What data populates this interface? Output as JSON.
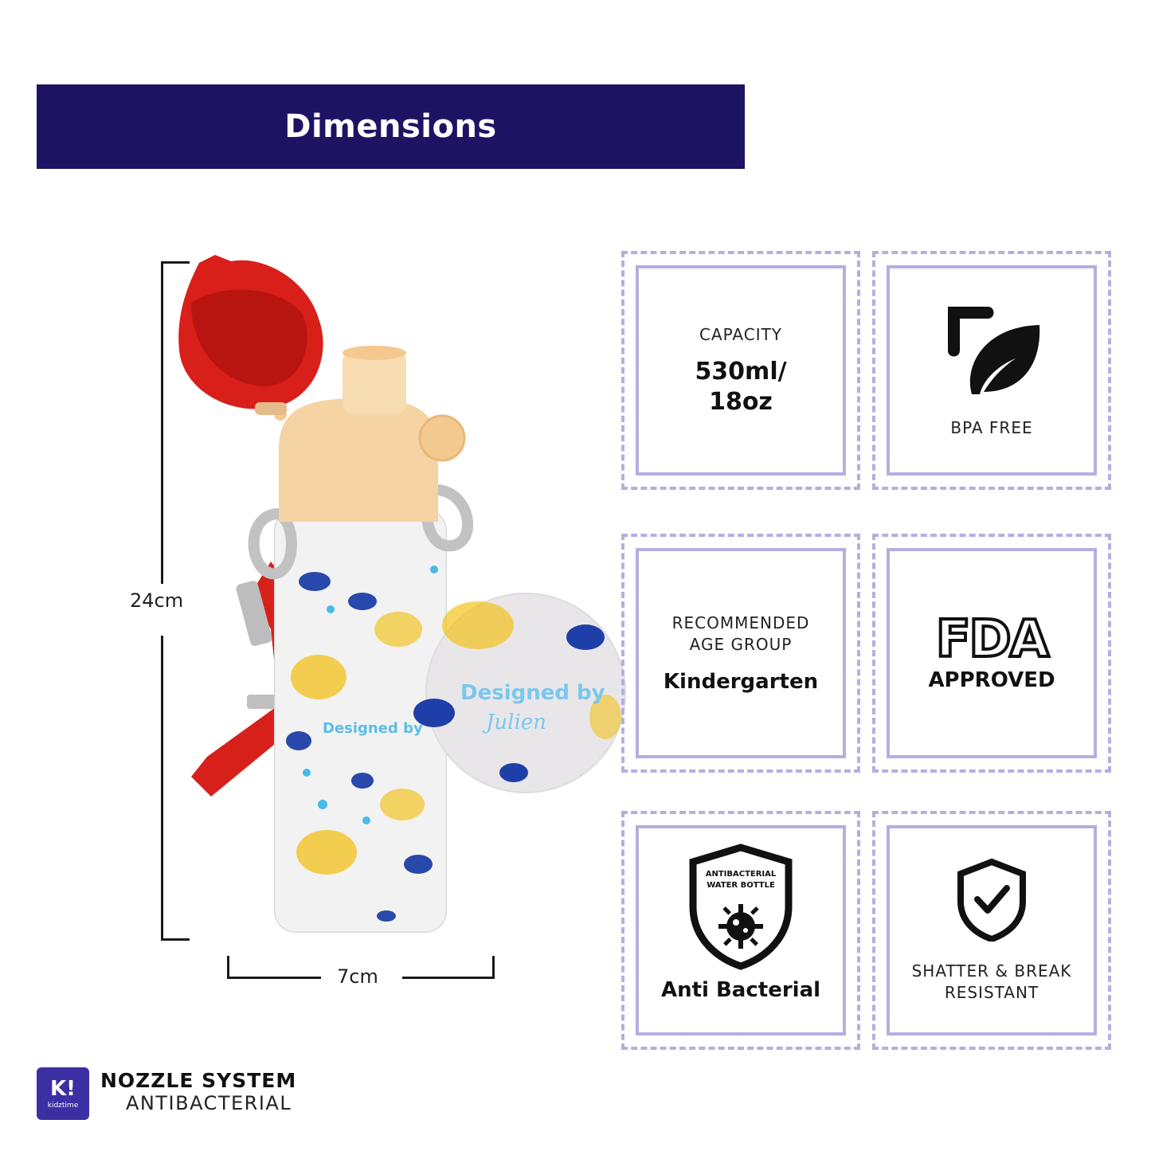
{
  "header": {
    "title": "Dimensions"
  },
  "dimensions": {
    "height_label": "24cm",
    "width_label": "7cm"
  },
  "bottle": {
    "design_text": "Designed by",
    "signature": "Julien"
  },
  "tiles": {
    "capacity": {
      "label": "CAPACITY",
      "value_line1": "530ml/",
      "value_line2": "18oz"
    },
    "bpa": {
      "label": "BPA FREE",
      "icon": "leaf-icon"
    },
    "age": {
      "label_line1": "RECOMMENDED",
      "label_line2": "AGE GROUP",
      "value": "Kindergarten"
    },
    "fda": {
      "line1": "FDA",
      "line2": "APPROVED",
      "icon": "fda-logo"
    },
    "antibacterial": {
      "badge_line1": "ANTIBACTERIAL",
      "badge_line2": "WATER BOTTLE",
      "value": "Anti Bacterial",
      "icon": "virus-shield-icon"
    },
    "shatter": {
      "label_line1": "SHATTER & BREAK",
      "label_line2": "RESISTANT",
      "icon": "shield-check-icon"
    }
  },
  "brand": {
    "icon_text": "K!",
    "icon_sub": "kidztime",
    "line1": "NOZZLE SYSTEM",
    "line2": "ANTIBACTERIAL"
  },
  "colors": {
    "header_bg": "#1c1463",
    "tile_border": "#b6aee0",
    "lid_red": "#d81f1a",
    "cap_peach": "#f6d3a3"
  }
}
